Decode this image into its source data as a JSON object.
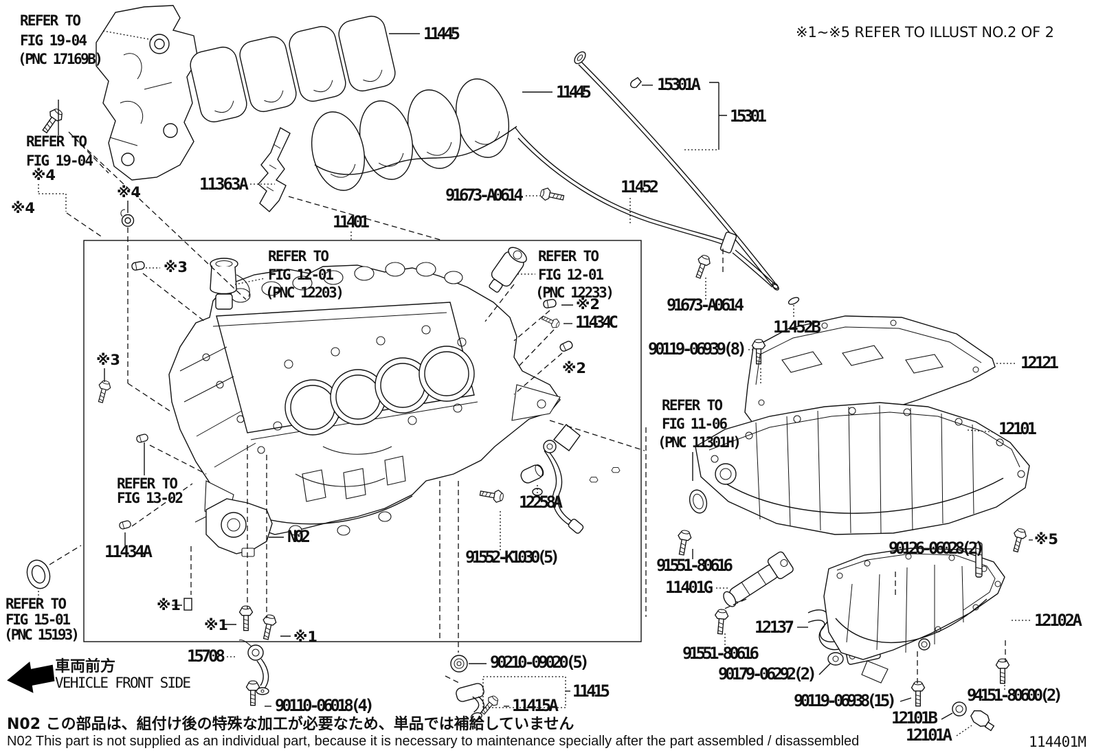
{
  "header": {
    "note_top": "※1~※5 REFER TO ILLUST NO.2 OF 2"
  },
  "footer": {
    "front_label_jp": "車両前方",
    "front_label_en": "VEHICLE FRONT SIDE",
    "note_jp": "N02 この部品は、組付け後の特殊な加工が必要なため、単品では補給していません",
    "note_en": "N02 This part is not supplied as an individual part, because it is necessary to maintenance specially after the part assembled / disassembled",
    "diagram_id": "114401M"
  },
  "markers": {
    "star1": "※1",
    "star2": "※2",
    "star3": "※3",
    "star4": "※4",
    "star5": "※5"
  },
  "refs": {
    "fig19_04_top": [
      "REFER TO",
      "FIG 19-04",
      "(PNC 17169B)"
    ],
    "fig19_04_side": [
      "REFER TO",
      "FIG 19-04"
    ],
    "fig12_01_left": [
      "REFER TO",
      "FIG 12-01",
      "(PNC 12203)"
    ],
    "fig12_01_right": [
      "REFER TO",
      "FIG 12-01",
      "(PNC 12233)"
    ],
    "fig11_06": [
      "REFER TO",
      "FIG 11-06",
      "(PNC 11301H)"
    ],
    "fig13_02": [
      "REFER TO",
      "FIG 13-02"
    ],
    "fig15_01": [
      "REFER TO",
      "FIG 15-01",
      "(PNC 15193)"
    ]
  },
  "parts": {
    "p11445_upper": "11445",
    "p11445_lower": "11445",
    "p15301A": "15301A",
    "p15301": "15301",
    "p11363A": "11363A",
    "p91673_a": "91673-A0614",
    "p91673_b": "91673-A0614",
    "p11452": "11452",
    "p11401": "11401",
    "p11434C": "11434C",
    "p11452B": "11452B",
    "p90119_06939": "90119-06939(8)",
    "p12121": "12121",
    "p12101": "12101",
    "p12258A": "12258A",
    "pN02": "N02",
    "p91552": "91552-K1030(5)",
    "p11434A": "11434A",
    "p15708": "15708",
    "p90110": "90110-06018(4)",
    "p90210": "90210-09020(5)",
    "p11415": "11415",
    "p11415A": "11415A",
    "p91551_a": "91551-80616",
    "p91551_b": "91551-80616",
    "p11401G": "11401G",
    "p90126": "90126-06028(2)",
    "p12102A": "12102A",
    "p12137": "12137",
    "p90179": "90179-06292(2)",
    "p90119_06938": "90119-06938(15)",
    "p94151": "94151-80600(2)",
    "p12101B": "12101B",
    "p12101A": "12101A"
  }
}
